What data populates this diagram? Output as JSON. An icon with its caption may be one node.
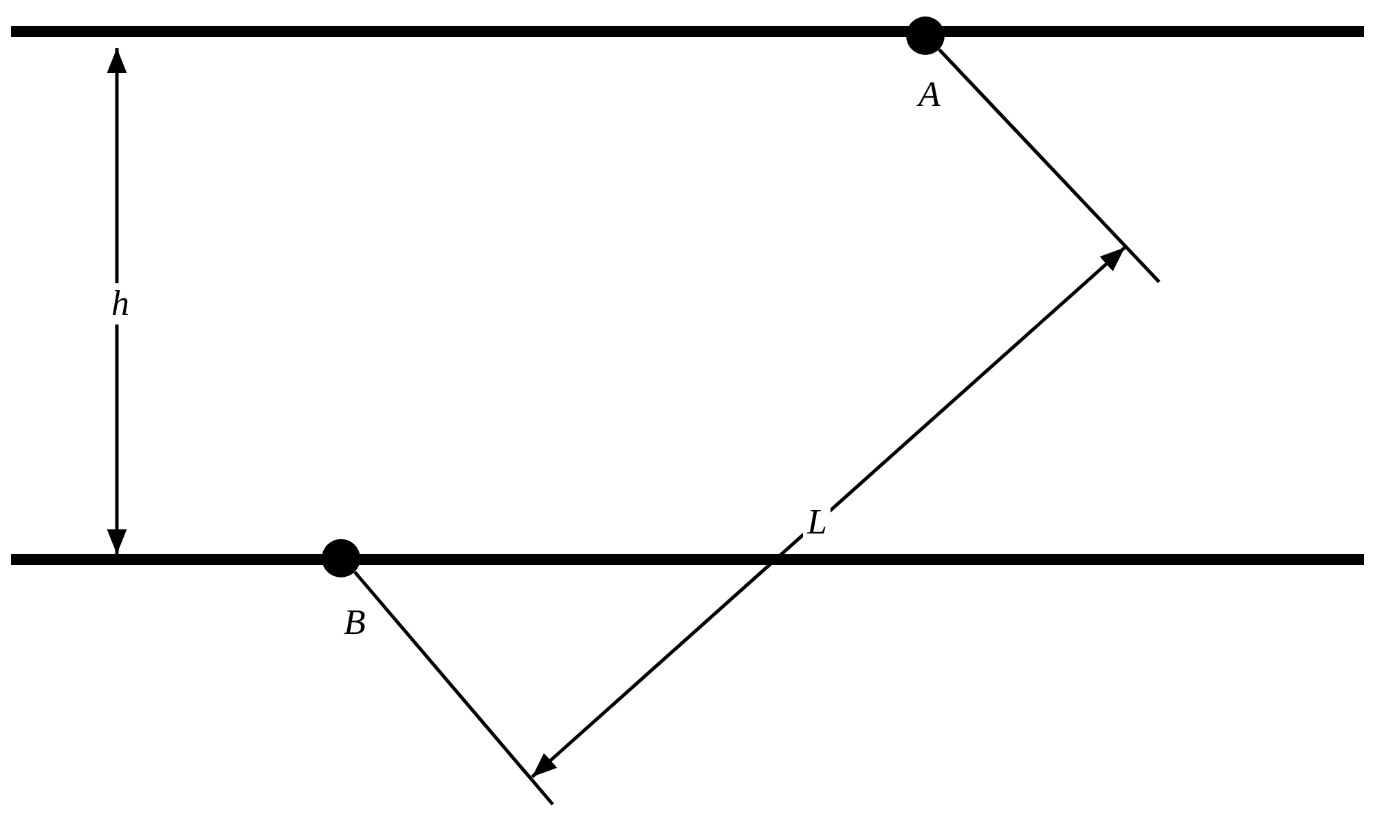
{
  "diagram": {
    "labels": [
      "A",
      "h",
      "L",
      "B"
    ]
  }
}
